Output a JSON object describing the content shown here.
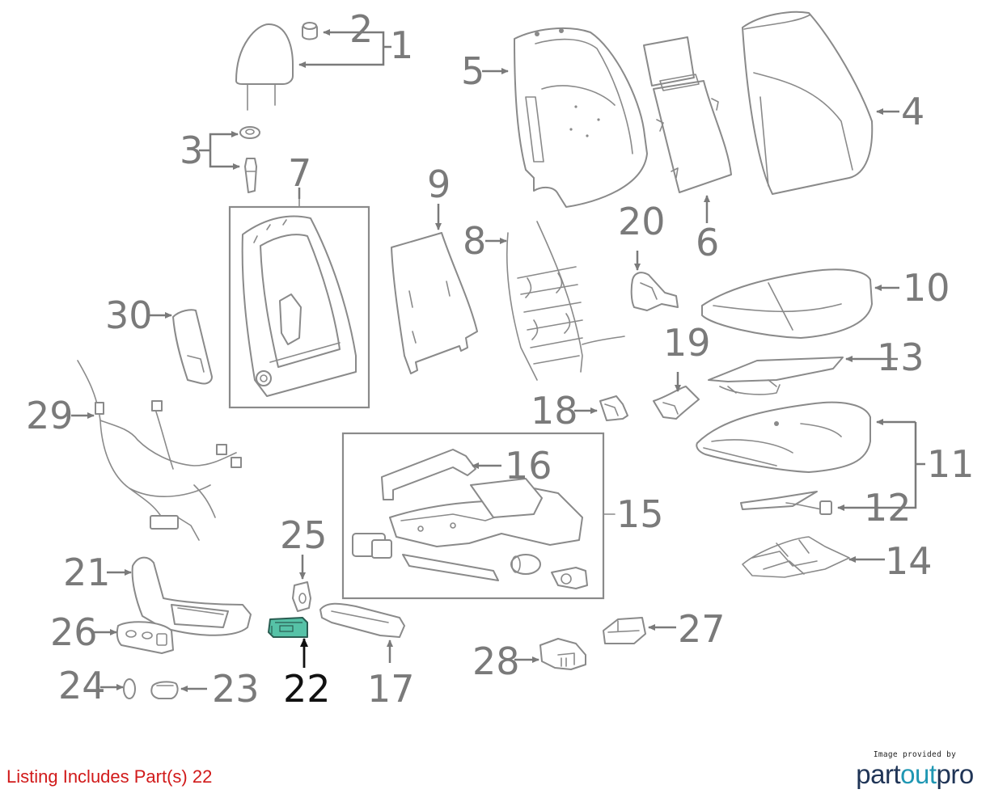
{
  "diagram": {
    "highlight_color": "#56c2a7",
    "callouts": [
      "1",
      "2",
      "3",
      "4",
      "5",
      "6",
      "7",
      "8",
      "9",
      "10",
      "11",
      "12",
      "13",
      "14",
      "15",
      "16",
      "17",
      "18",
      "19",
      "20",
      "21",
      "22",
      "23",
      "24",
      "25",
      "26",
      "27",
      "28",
      "29",
      "30"
    ],
    "highlighted": "22"
  },
  "footer": {
    "listing_note": "Listing Includes Part(s) 22",
    "note_color": "#d11a1a",
    "credit": "Image provided by",
    "brand_parts": [
      "part",
      "out",
      "pro"
    ]
  }
}
